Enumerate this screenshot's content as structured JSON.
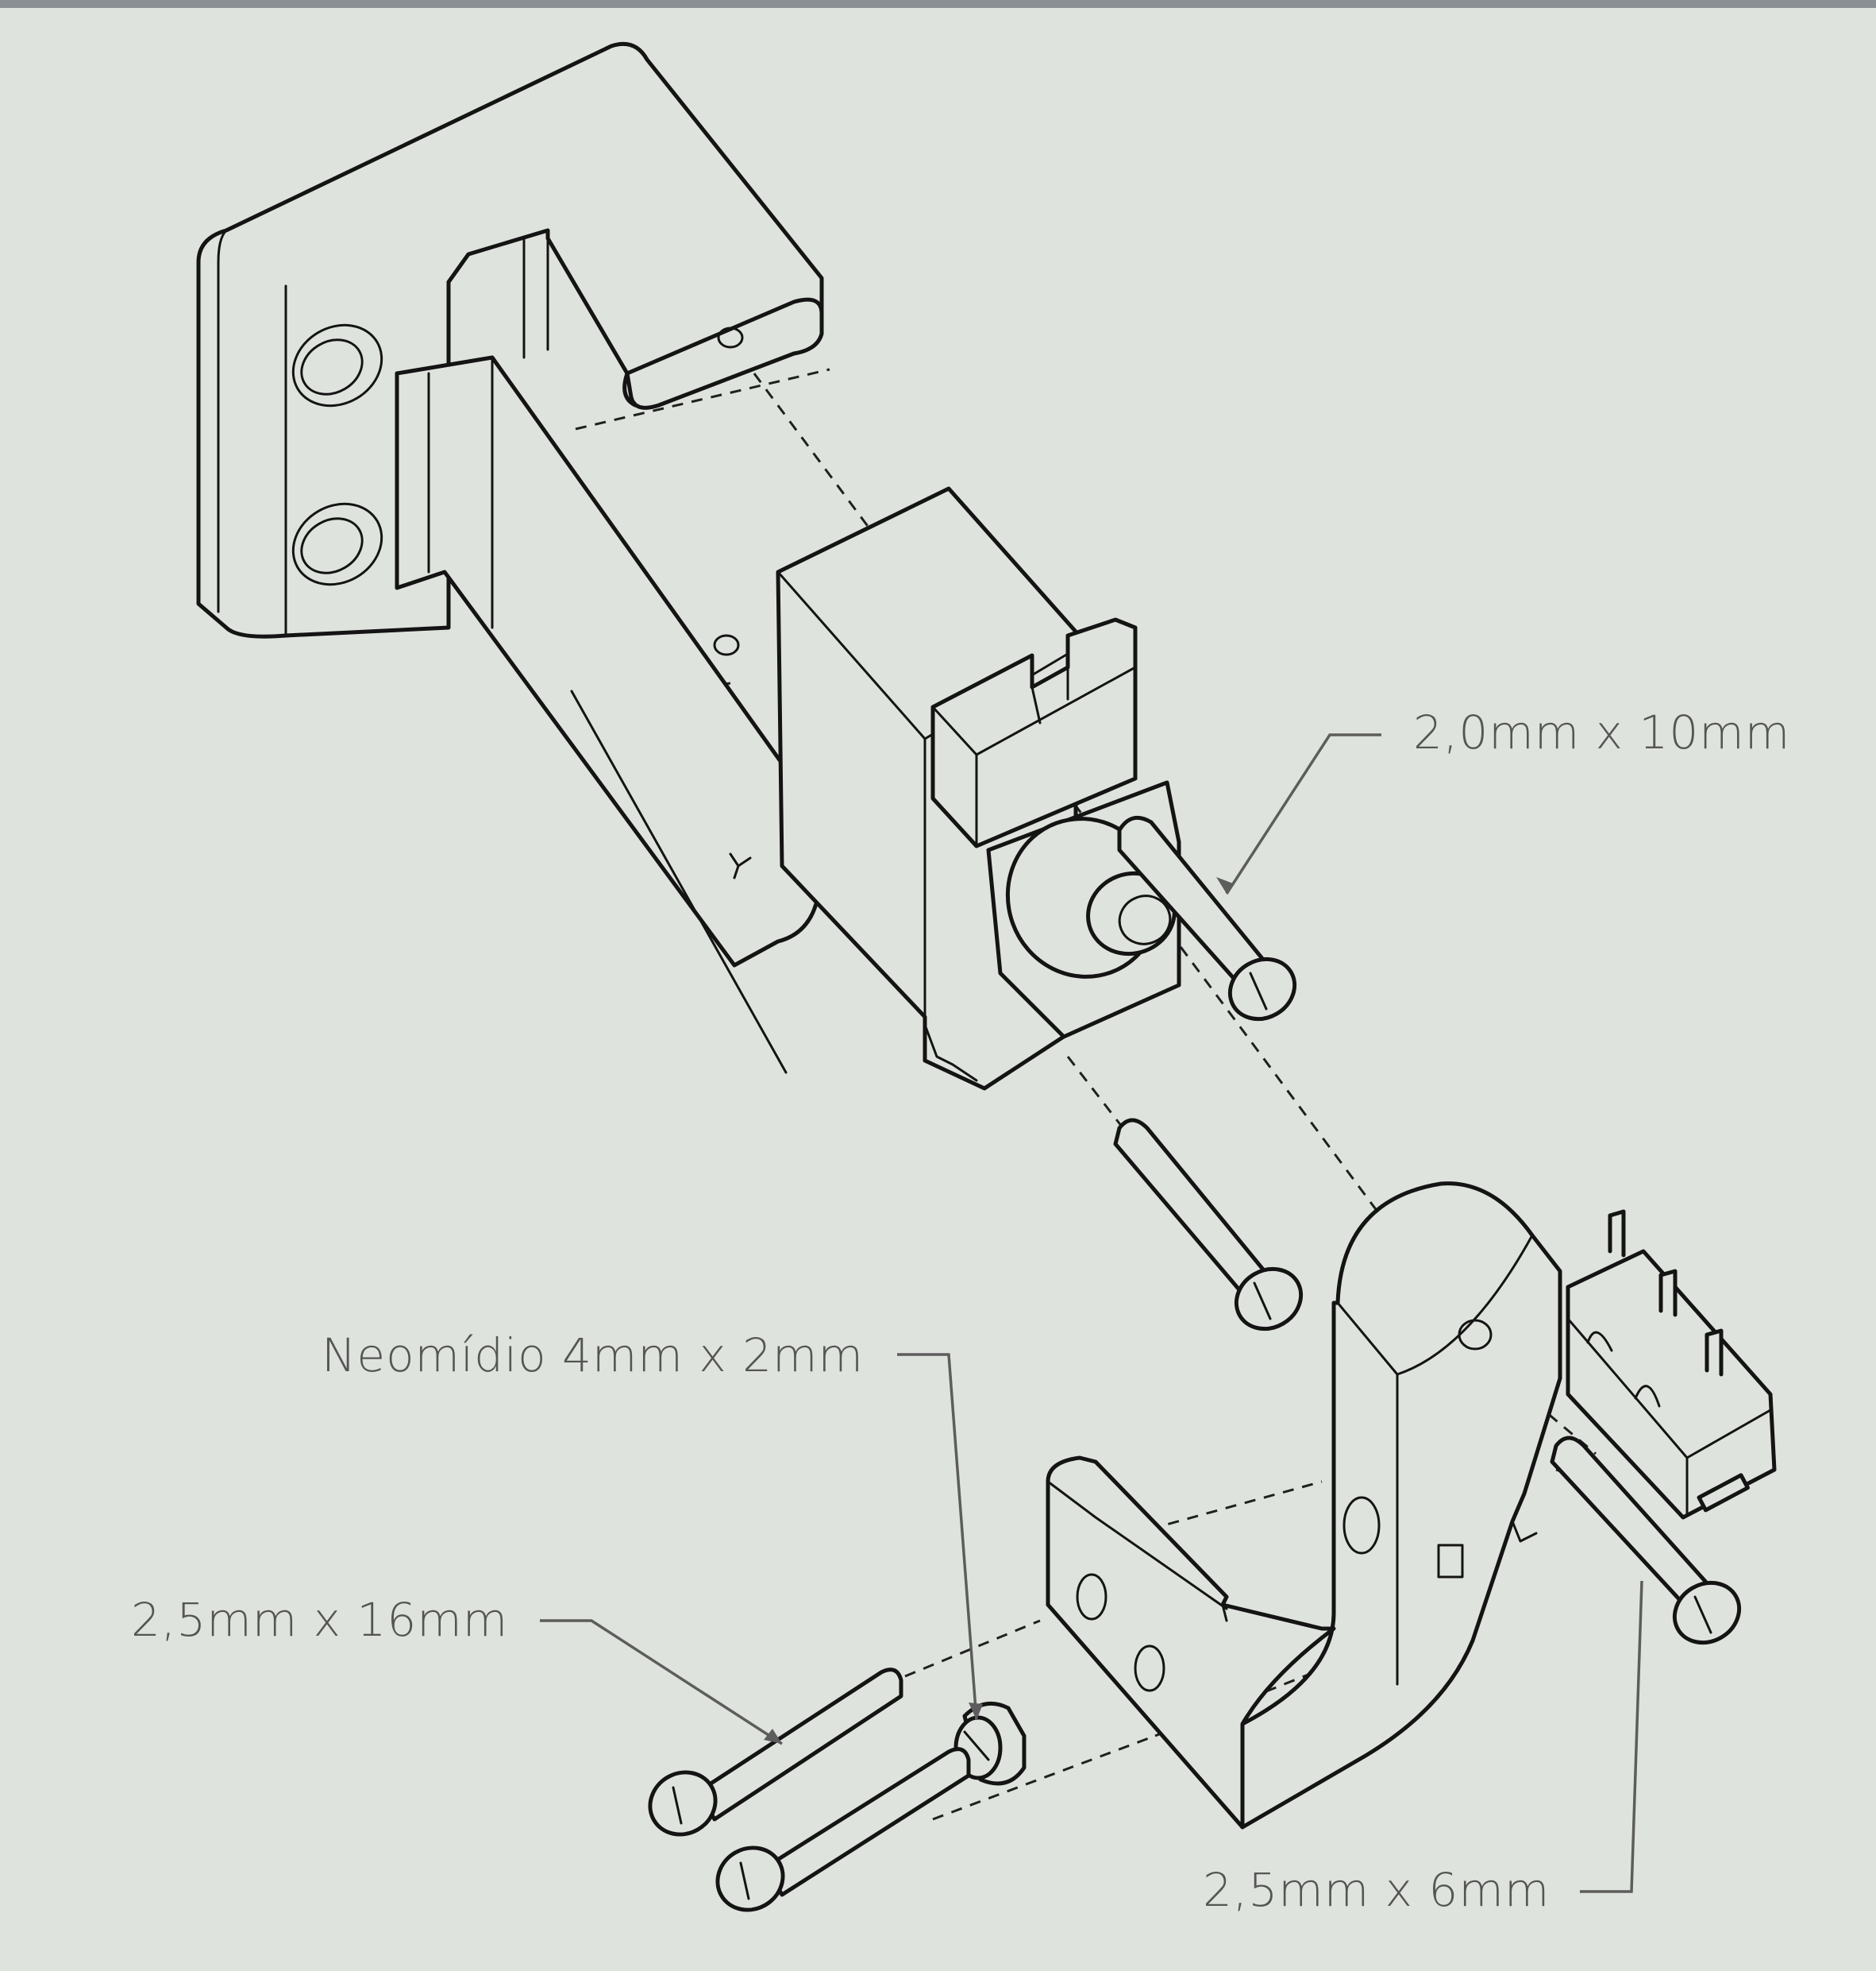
{
  "diagram": {
    "labels": {
      "screw_top": "2,0mm x 10mm",
      "magnet": "Neomídio 4mm x 2mm",
      "screw_long": "2,5mm x 16mm",
      "screw_short": "2,5mm x 6mm"
    },
    "colors": {
      "background": "#dfe3dd",
      "line": "#141414",
      "leader": "#5d5d5d",
      "label_text": "#555555"
    }
  }
}
